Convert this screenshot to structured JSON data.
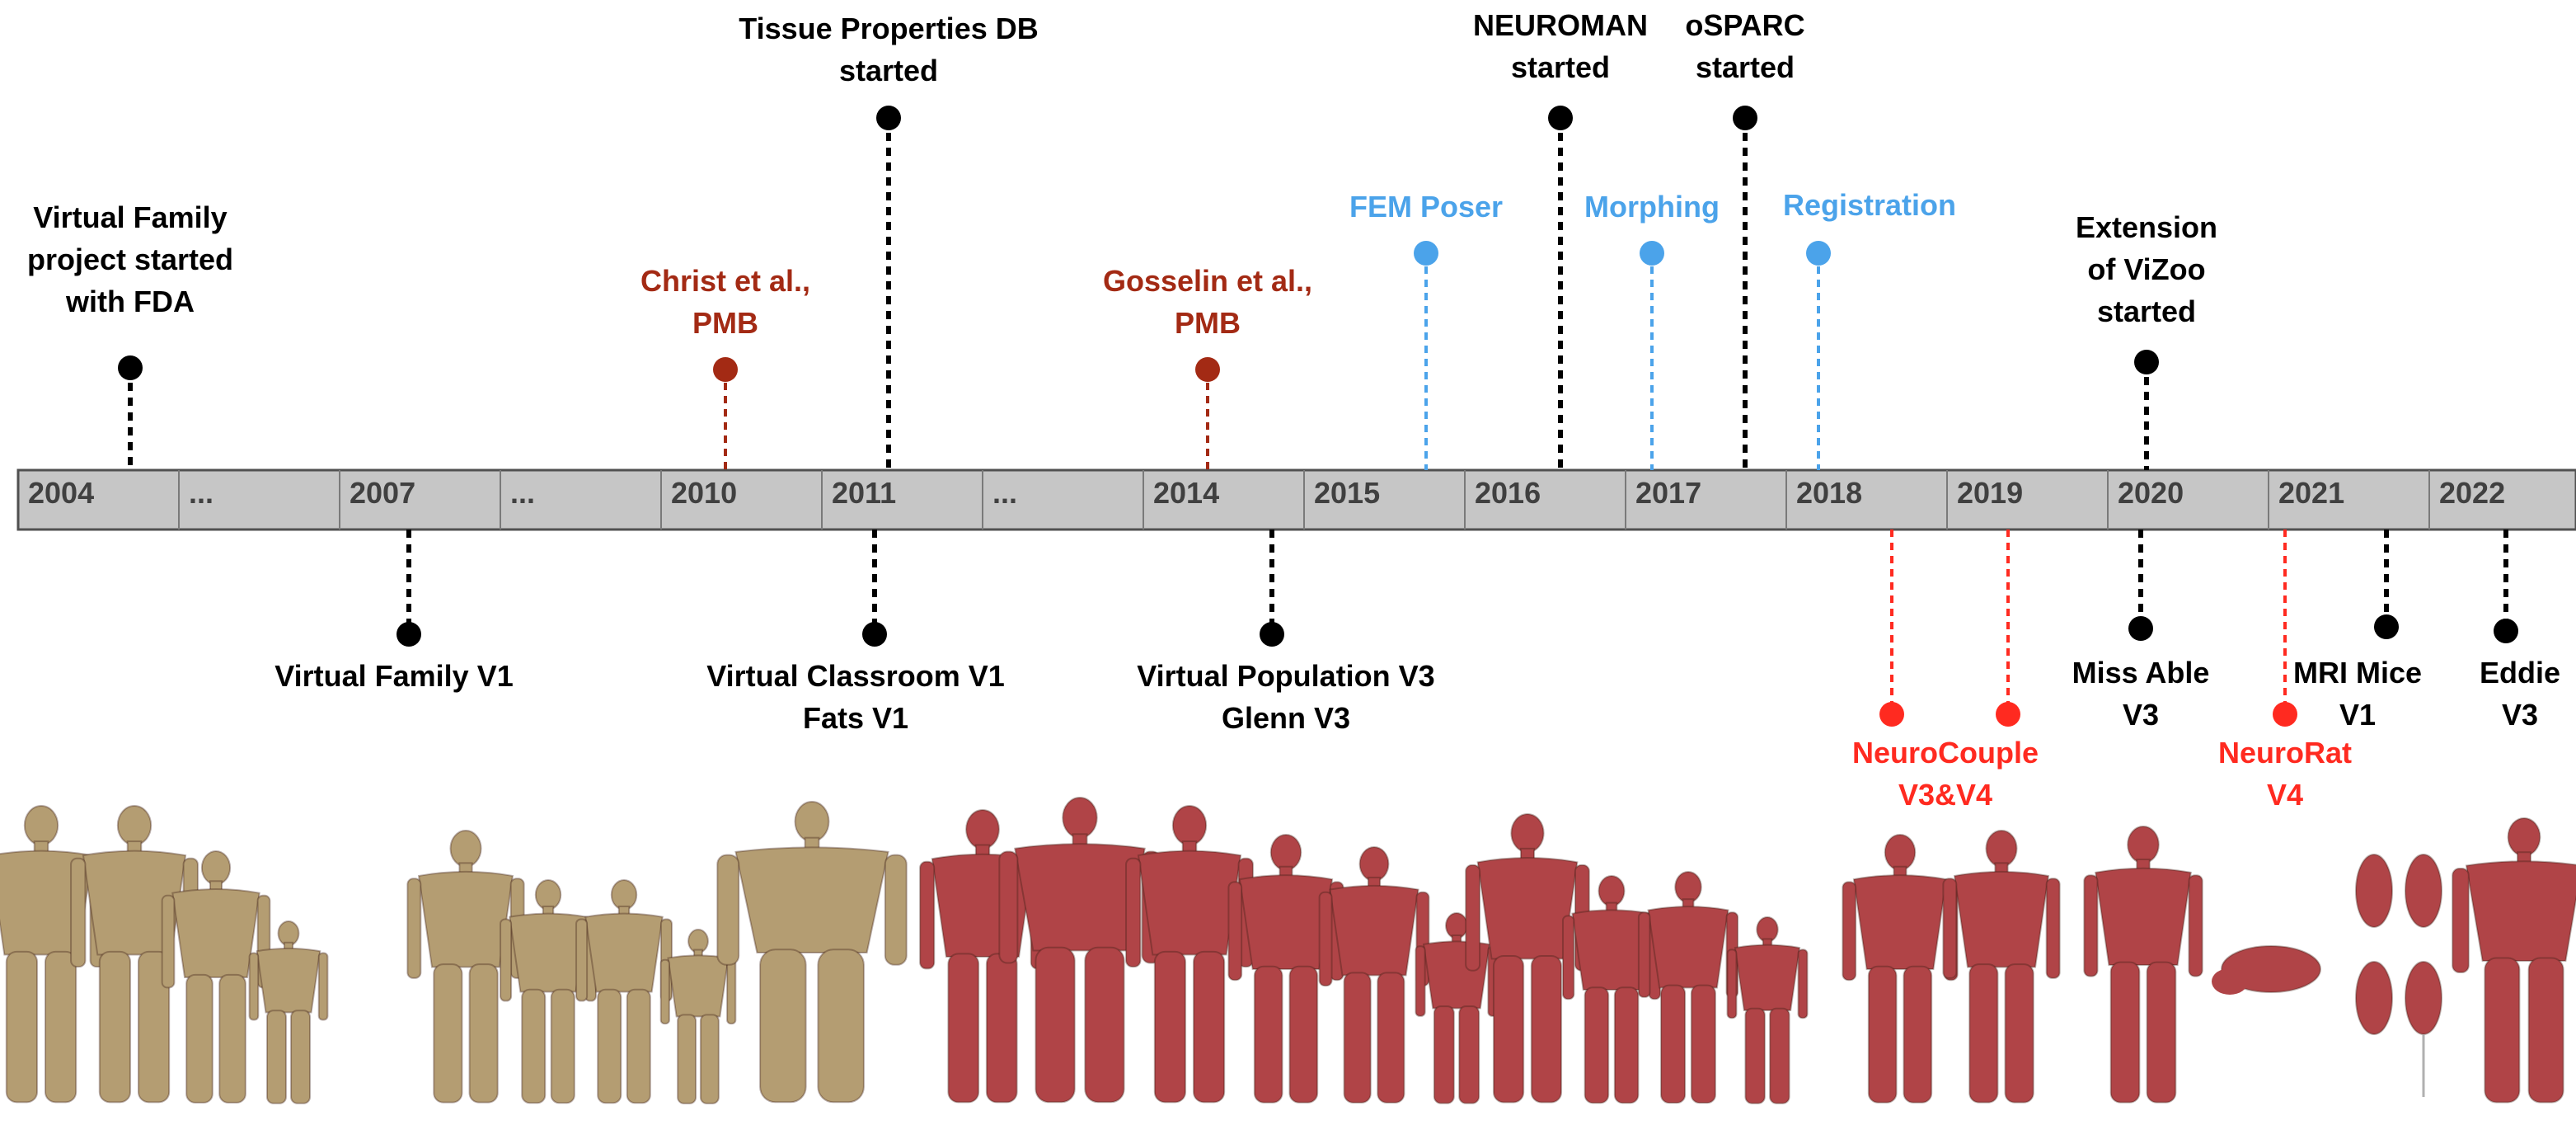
{
  "colors": {
    "project": "#000000",
    "publication": "#a32a14",
    "tool": "#4ba3ea",
    "neuro": "#ff2a20",
    "bar_fill": "#c6c6c6",
    "bar_stroke": "#505050",
    "skin_gold": "#b49d72",
    "skin_muscle": "#b04447"
  },
  "timeline_cells": [
    "2004",
    "...",
    "2007",
    "...",
    "2010",
    "2011",
    "...",
    "2014",
    "2015",
    "2016",
    "2017",
    "2018",
    "2019",
    "2020",
    "2021",
    "2022"
  ],
  "events_above": [
    {
      "id": "virtual-family-project",
      "lines": [
        "Virtual Family",
        "project started",
        "with FDA"
      ],
      "category": "project"
    },
    {
      "id": "christ-pmb",
      "lines": [
        "Christ et al.,",
        "PMB"
      ],
      "category": "publication"
    },
    {
      "id": "tissue-db",
      "lines": [
        "Tissue Properties DB",
        "started"
      ],
      "category": "project"
    },
    {
      "id": "gosselin-pmb",
      "lines": [
        "Gosselin et al.,",
        "PMB"
      ],
      "category": "publication"
    },
    {
      "id": "fem-poser",
      "lines": [
        "FEM Poser"
      ],
      "category": "tool"
    },
    {
      "id": "neuroman",
      "lines": [
        "NEUROMAN",
        "started"
      ],
      "category": "project"
    },
    {
      "id": "morphing",
      "lines": [
        "Morphing"
      ],
      "category": "tool"
    },
    {
      "id": "osparc",
      "lines": [
        "oSPARC",
        "started"
      ],
      "category": "project"
    },
    {
      "id": "registration",
      "lines": [
        "Registration"
      ],
      "category": "tool"
    },
    {
      "id": "vizoo",
      "lines": [
        "Extension",
        "of ViZoo",
        "started"
      ],
      "category": "project"
    }
  ],
  "events_below": [
    {
      "id": "virtual-family-v1",
      "lines": [
        "Virtual Family V1"
      ],
      "category": "project"
    },
    {
      "id": "virtual-classroom-v1",
      "lines": [
        "Virtual Classroom V1",
        "Fats V1"
      ],
      "category": "project"
    },
    {
      "id": "virtual-population-v3",
      "lines": [
        "Virtual Population V3",
        "Glenn V3"
      ],
      "category": "project"
    },
    {
      "id": "neurocouple",
      "lines": [
        "NeuroCouple",
        "V3&V4"
      ],
      "category": "neuro"
    },
    {
      "id": "miss-able",
      "lines": [
        "Miss Able",
        "V3"
      ],
      "category": "project"
    },
    {
      "id": "neurorat",
      "lines": [
        "NeuroRat",
        "V4"
      ],
      "category": "neuro"
    },
    {
      "id": "mri-mice",
      "lines": [
        "MRI Mice",
        "V1"
      ],
      "category": "project"
    },
    {
      "id": "eddie",
      "lines": [
        "Eddie",
        "V3"
      ],
      "category": "project"
    }
  ]
}
